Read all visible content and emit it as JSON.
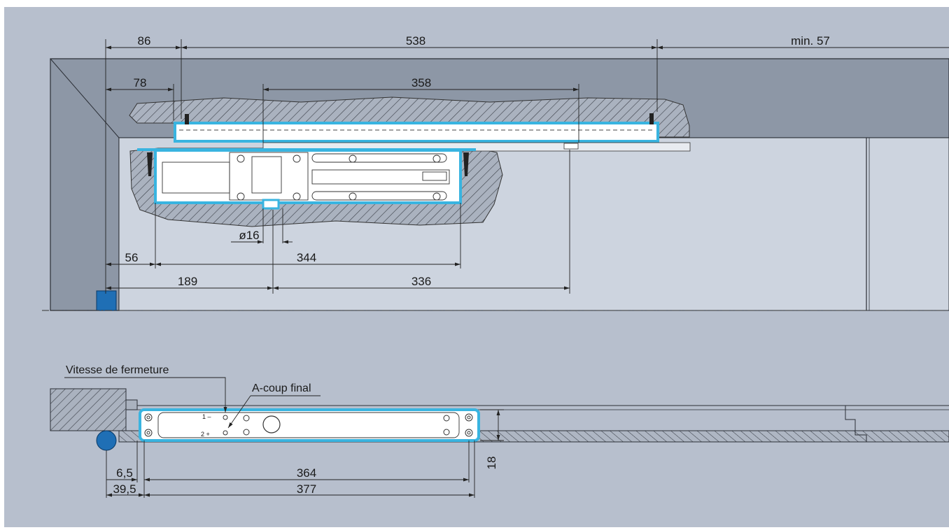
{
  "dimensions": {
    "d86": "86",
    "d538": "538",
    "min57": "min. 57",
    "d78": "78",
    "d358": "358",
    "d16": "ø16",
    "d56": "56",
    "d344": "344",
    "d189": "189",
    "d336": "336",
    "d6_5": "6,5",
    "d364": "364",
    "d39_5": "39,5",
    "d377": "377",
    "d18": "18"
  },
  "labels": {
    "closing_speed": "Vitesse de fermeture",
    "final_kick": "A-coup final",
    "valve_1_minus": "1 –",
    "valve_2_plus": "2 +"
  },
  "colors": {
    "background": "#b7bfcd",
    "frame": "#8d97a6",
    "wall": "#cdd4df",
    "accent": "#39b4e0",
    "hinge": "#1f6fb5"
  }
}
